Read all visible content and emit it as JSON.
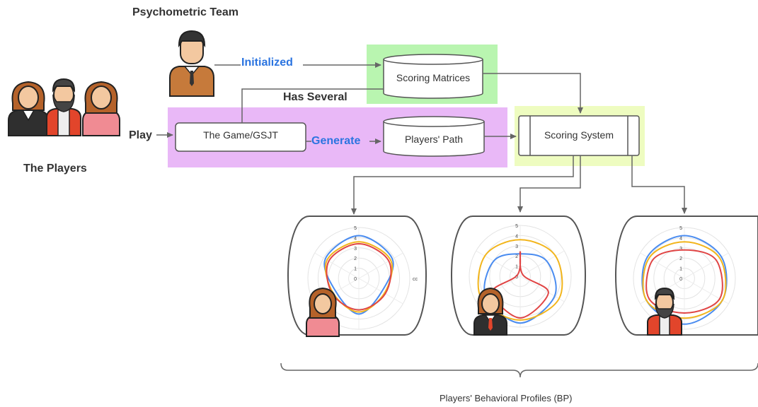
{
  "labels": {
    "psychometric_team": "Psychometric Team",
    "the_players": "The Players",
    "initialized": "Initialized",
    "has_several": "Has Several",
    "play": "Play",
    "generate": "Generate",
    "bp_caption": "Players' Behavioral Profiles  (BP)"
  },
  "nodes": {
    "scoring_matrices": "Scoring Matrices",
    "game": "The  Game/GSJT",
    "players_path": "Players' Path",
    "scoring_system": "Scoring System"
  },
  "colors": {
    "green_region": "#b9f5b0",
    "purple_region": "#e9b8f7",
    "yellow_region": "#eefcc0",
    "blue_label": "#2b74e0",
    "series_blue": "#4a8cf0",
    "series_yellow": "#f2b51c",
    "series_red": "#e04545"
  },
  "radar_charts": [
    {
      "ticks": [
        "5",
        "4",
        "3",
        "2",
        "1",
        "0"
      ],
      "axis_label": "cc",
      "avatar": "female-player-avatar",
      "series": [
        {
          "color": "blue",
          "values": [
            4.2,
            3.8,
            2.6,
            3.5,
            2.6,
            3.8
          ]
        },
        {
          "color": "yellow",
          "values": [
            3.6,
            3.6,
            2.9,
            3.3,
            2.9,
            3.6
          ]
        },
        {
          "color": "red",
          "values": [
            3.4,
            3.4,
            3.0,
            3.1,
            3.0,
            3.4
          ]
        }
      ]
    },
    {
      "ticks": [
        "5",
        "4",
        "3",
        "2",
        "1",
        "0"
      ],
      "axis_label": "",
      "avatar": "male-player-avatar",
      "series": [
        {
          "color": "blue",
          "values": [
            2.2,
            3.0,
            3.9,
            4.6,
            3.9,
            3.0
          ]
        },
        {
          "color": "yellow",
          "values": [
            3.6,
            4.0,
            4.4,
            4.3,
            4.4,
            4.0
          ]
        },
        {
          "color": "red",
          "values": [
            2.4,
            0.3,
            3.2,
            4.1,
            3.2,
            0.3
          ]
        }
      ]
    },
    {
      "ticks": [
        "5",
        "4",
        "3",
        "2",
        "1",
        "0"
      ],
      "axis_label": "",
      "avatar": "bearded-player-avatar",
      "series": [
        {
          "color": "blue",
          "values": [
            4.2,
            4.2,
            4.3,
            4.5,
            4.3,
            4.2
          ]
        },
        {
          "color": "yellow",
          "values": [
            3.6,
            4.0,
            4.3,
            3.9,
            4.3,
            4.0
          ]
        },
        {
          "color": "red",
          "values": [
            2.8,
            3.6,
            4.0,
            3.4,
            4.0,
            3.6
          ]
        }
      ]
    }
  ]
}
